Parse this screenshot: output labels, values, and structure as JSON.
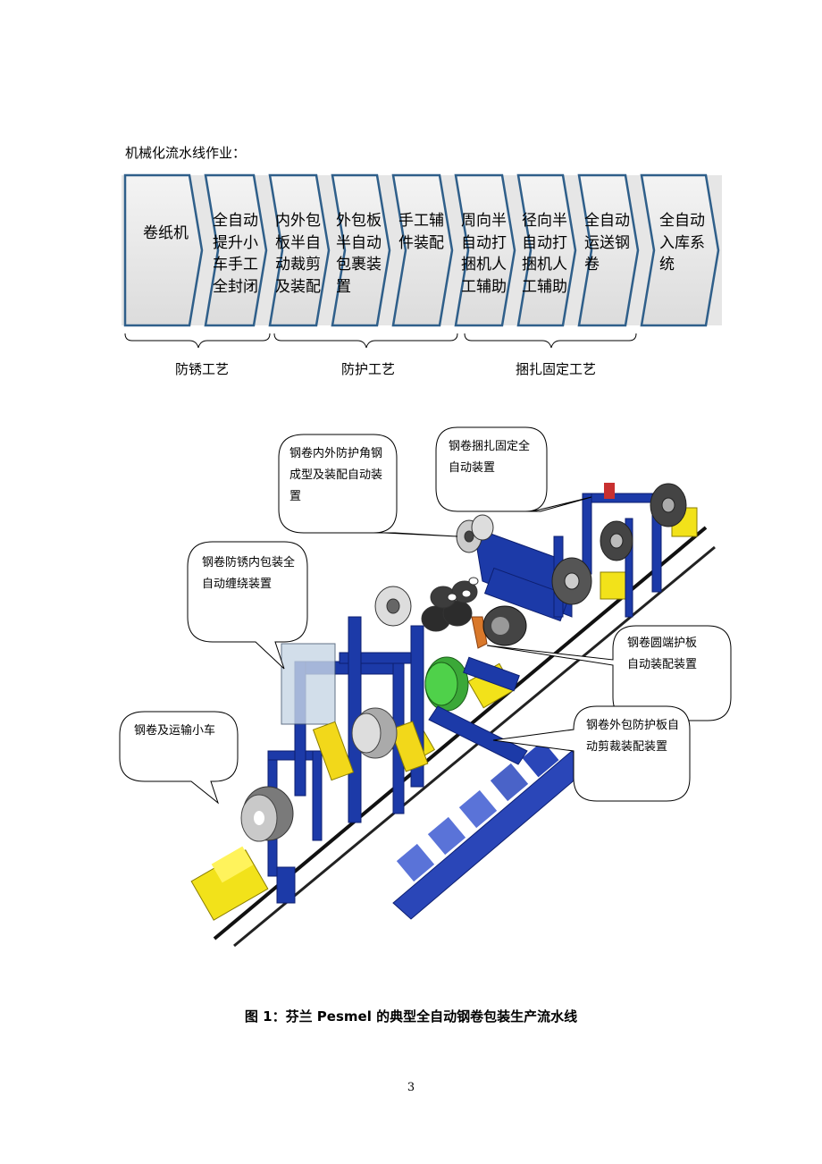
{
  "intro": "机械化流水线作业：",
  "steps": [
    {
      "label": "卷纸机"
    },
    {
      "label": "全自动提升小车手工全封闭"
    },
    {
      "label": "内外包板半自动裁剪及装配"
    },
    {
      "label": "外包板半自动包裹装置"
    },
    {
      "label": "手工辅件装配"
    },
    {
      "label": "周向半自动打捆机人工辅助"
    },
    {
      "label": "径向半自动打捆机人工辅助"
    },
    {
      "label": "全自动运送钢卷"
    },
    {
      "label": "全自动入库系统"
    }
  ],
  "groups": [
    {
      "label": "防锈工艺"
    },
    {
      "label": "防护工艺"
    },
    {
      "label": "捆扎固定工艺"
    }
  ],
  "callouts": {
    "angle_steel": "钢卷内外防护角钢成型及装配自动装置",
    "strapping": "钢卷捆扎固定全自动装置",
    "inner_wrap": "钢卷防锈内包装全自动缠绕装置",
    "end_plate": "钢卷圆端护板自动装配装置",
    "cart": "钢卷及运输小车",
    "outer_plate": "钢卷外包防护板自动剪裁装配装置"
  },
  "caption": "图 1：芬兰 Pesmel 的典型全自动钢卷包装生产流水线",
  "page_number": "3",
  "colors": {
    "chevron_fill": "#e6e6e6",
    "chevron_border": "#2f5f8a",
    "machine_blue": "#1c3aa8",
    "machine_yellow": "#f2e21a",
    "coil_gray": "#8a8a8a",
    "accent_green": "#4fd14a",
    "accent_orange": "#d9782a"
  }
}
